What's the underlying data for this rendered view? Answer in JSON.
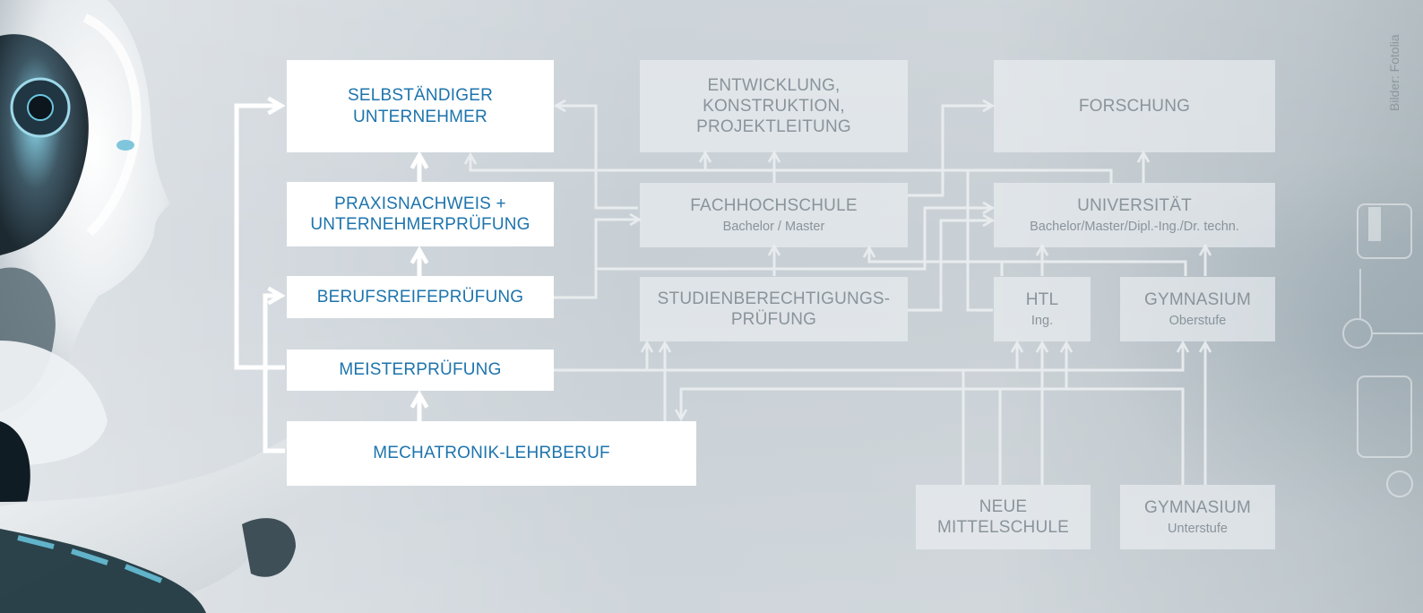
{
  "credit": "Bilder: Fotolia",
  "nodes": {
    "selbstaendiger": {
      "title": "SELBSTÄNDIGER\nUNTERNEHMER",
      "subtitle": ""
    },
    "praxisnachweis": {
      "title": "PRAXISNACHWEIS +\nUNTERNEHMERPRÜFUNG",
      "subtitle": ""
    },
    "berufsreife": {
      "title": "BERUFSREIFEPRÜFUNG",
      "subtitle": ""
    },
    "meister": {
      "title": "MEISTERPRÜFUNG",
      "subtitle": ""
    },
    "lehrberuf": {
      "title": "MECHATRONIK-LEHRBERUF",
      "subtitle": ""
    },
    "entwicklung": {
      "title": "ENTWICKLUNG,\nKONSTRUKTION,\nPROJEKTLEITUNG",
      "subtitle": ""
    },
    "fachhochschule": {
      "title": "FACHHOCHSCHULE",
      "subtitle": "Bachelor / Master"
    },
    "studienberechtigung": {
      "title": "STUDIENBERECHTIGUNGS-\nPRÜFUNG",
      "subtitle": ""
    },
    "forschung": {
      "title": "FORSCHUNG",
      "subtitle": ""
    },
    "universitaet": {
      "title": "UNIVERSITÄT",
      "subtitle": "Bachelor/Master/Dipl.-Ing./Dr. techn."
    },
    "htl": {
      "title": "HTL",
      "subtitle": "Ing."
    },
    "gym_oberstufe": {
      "title": "GYMNASIUM",
      "subtitle": "Oberstufe"
    },
    "neue_mittelschule": {
      "title": "NEUE\nMITTELSCHULE",
      "subtitle": ""
    },
    "gym_unterstufe": {
      "title": "GYMNASIUM",
      "subtitle": "Unterstufe"
    }
  },
  "colors": {
    "highlight_text": "#1d74ad",
    "highlight_box": "#ffffff",
    "muted_text": "#8a949b",
    "muted_connector": "#eef1f3",
    "highlight_connector": "#ffffff"
  }
}
